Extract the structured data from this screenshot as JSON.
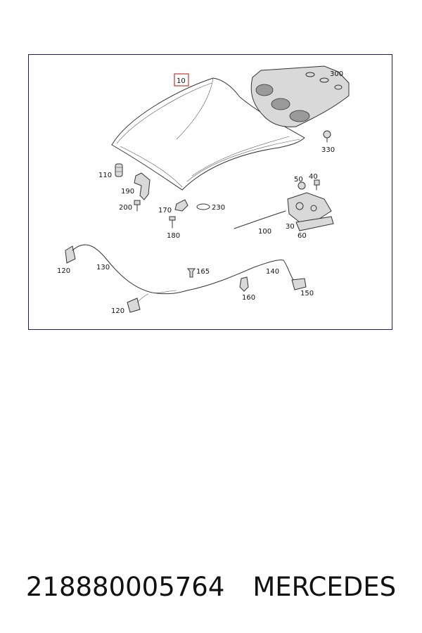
{
  "diagram": {
    "highlight_color": "#c0392b",
    "frame_color": "#1a1a6e",
    "callouts": {
      "c10": "10",
      "c300": "300",
      "c330": "330",
      "c110": "110",
      "c190": "190",
      "c200": "200",
      "c170": "170",
      "c230": "230",
      "c180": "180",
      "c50": "50",
      "c40": "40",
      "c30": "30",
      "c100": "100",
      "c60": "60",
      "c120a": "120",
      "c130": "130",
      "c165": "165",
      "c140": "140",
      "c160": "160",
      "c150": "150",
      "c120b": "120"
    }
  },
  "footer": {
    "part_number": "218880005764",
    "brand": "MERCEDES"
  }
}
